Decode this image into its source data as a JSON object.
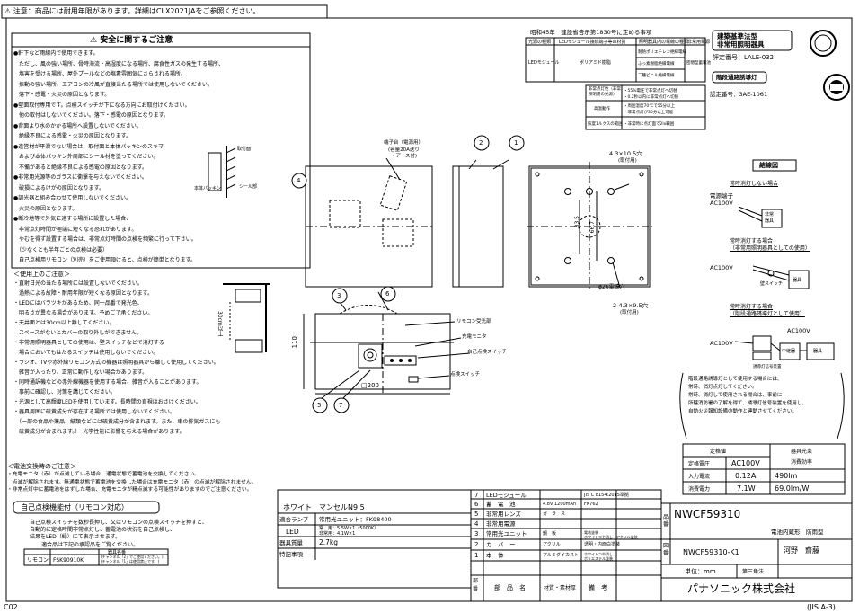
{
  "top_notice": "⚠ 注意：商品には耐用年限があります。詳細はCLX2021JAをご参照ください。",
  "safety": {
    "title": "⚠ 安全に関するご注意",
    "lines": [
      "●軒下など雨線内で使用できます。",
      "　ただし、風の強い場所、骨時海流・高湿度になる場所、腐食性ガスの発生する場所、",
      "　塩害を受ける場所、屋外プールなどの塩素雰囲気にさらされる場所、",
      "　振動の強い場所、エアコンの冷風が直接当たる場所では使用しないでください。",
      "　落下・感電・火災の原因となります。",
      "●壁面取付専用です。点検スイッチが下になる方向にお取付けください。",
      "　他の取付はしないでください。落下・感電の原因となります。",
      "●背面より水のかかる場所へ設置しないでください。",
      "　絶縁不良による感電・火災の原因となります。",
      "●造営材が平滑でない場合は、取付面と本体パッキンのスキマ",
      "　および本体パッキン外周部にシール材を塗ってください。",
      "　不備があると絶縁不良による感電の原因となります。",
      "●非常用光源等のガラスに衝撃を与えないでください。",
      "　破損によるけがの原因となります。",
      "●調光器と組み合わせて使用しないでください。",
      "　火災の原因となります。",
      "●断冷地等で外気に達する場所に設置した場合、",
      "　非常点灯時間が極端に短くなる恐れがあります。",
      "　やむを得ず設置する場合は、非常点灯時間の点検を頻繁に行って下さい。",
      "　（少なくとも半年ごとの点検は必要）",
      "　自己点検用リモコン（別売）をご使用頂けると、点検が簡単となります。"
    ],
    "label_torituke": "取付面",
    "label_packing": "本体パッキン",
    "label_seal": "シール部"
  },
  "usage": {
    "title": "＜使用上のご注意＞",
    "lines": [
      "・直射日光の当たる場所には設置しないでください。",
      "　過熱による故障・耐用年限が短くなる原因となります。",
      "・LEDにはバラツキがあるため、同一品番で発光色、",
      "　明るさが異なる場合があります。予めご了承ください。",
      "・天井面とは30cm以上離してください。",
      "　スペースがないとカバーの取り外しができません。",
      "・非常用照明器具としての使用は、壁スイッチなどで消灯する",
      "　場合においてもはたるスイッチは使用しないでください。",
      "・ラジオ、TVや赤外線リモコン方式の機器は照明器具から離して使用してください。",
      "　雑音が入ったり、正常に動作しない場合があります。",
      "・同時通訳機などの赤外線機器を使用する場合、雑音が入ることがあります。",
      "　事前に確認し、対策を講じてください。",
      "・光源として高輝度LEDを使用しています。長時間の直視はおさけください。",
      "・器具周囲に硫黄成分が存在する場所では使用しないでください。",
      "　（一部の食品や薬品、紙類などには硫黄成分が含まれます。また、車の排気ガスにも",
      "　硫黄成分が含まれます。）　光学性能に影響を与える場合があります。"
    ],
    "dim_30": "30cm以上"
  },
  "battery": {
    "title": "＜電池交換時のご注意＞",
    "lines": [
      "・充電モニタ（赤）が点滅している場合、通電状態で蓄電池を交換してください。",
      "　点滅が解除されます。無通電状態で蓄電池を交換した場合は充電モニタ（赤）の点滅が解除されません。",
      "・非常点灯中に蓄電池をはずした場合、充電モニタが精点滅する可能性がありますのでご注意ください。"
    ]
  },
  "self_check": {
    "title": "自己点検機能付（リモコン対応）",
    "lines": [
      "自己点検スイッチを数秒長押し、又はリモコンの点検スイッチを押すと、",
      "自動的に定格時間非常点灯し、蓄電池の状況を自己点検し、",
      "結果をLED（緑）にて表示させます。"
    ],
    "remote_title": "適合品は下記の承認品をご覧ください。",
    "remote_header": "器具名番",
    "remote_label": "リモコン",
    "remote_model": "FSK90910K",
    "remote_note": "(チャンネル「2」でご使用ください。)(チャンネル「1」は使用禁止です。)"
  },
  "law": {
    "title": "昭和45年　建設省告示第1830号に定める事項",
    "h1": "光源の種類",
    "h2": "LEDモジュール接続端子等の材質",
    "h3": "照明器具内の電線の種類",
    "h4": "非常用電源",
    "r1": "LEDモジュール",
    "r2": "ポリアミド樹脂",
    "r3a": "耐熱ポリエチレン絶縁電線",
    "r3b": "ふっ素樹脂絶縁電線",
    "r3c": "二種ビニル絶縁電線",
    "r4": "密閉型蓄電池",
    "k1": "非常点灯性（非常照明用の光源）",
    "v1a": "・55%電圧で非常点灯へ切替",
    "v1b": "・0.2秒以内に非常点灯へ切替",
    "k2": "高温動作",
    "v2a": "・周囲温度70℃で55分以上",
    "v2b": "　非常点灯が30分以上可能",
    "k3": "照度1ルクスの範囲",
    "v3": "・非常時に点灯面で2lx範囲"
  },
  "badges": {
    "standard": "建築基準法型\n非常用照明器具",
    "standard_num": "評定番号：LALE-032",
    "exit": "階段通路誘導灯",
    "exit_num": "認定番号：3AE-1061"
  },
  "wiring": {
    "title": "結線図",
    "c1": "常時消灯しない場合",
    "c1_src": "電源端子\nAC100V",
    "c1_dev": "非常\n器具",
    "c2": "常時消灯する場合",
    "c2b": "（非常用照明器具としての使用）",
    "c2_src": "AC100V",
    "c2_sw": "壁スイッチ",
    "c2_dev": "器具",
    "c3": "常時消灯する場合",
    "c3b": "（階段通路誘導灯として使用）",
    "c3_src": "AC100V",
    "c3_ac": "AC100V",
    "c3_relay": "中継器",
    "c3_dev": "器具",
    "c3_panel": "誘導灯信号装置",
    "note": [
      "階段通路誘導灯として使用する場合には、",
      "常時、消灯点灯してください。",
      "常時、消灯して使用される場合は、事前に",
      "所轄消防署の了解を得て、誘導灯信号装置を使用し、",
      "自動火災報知設備の動作と連動させてください。"
    ]
  },
  "drawing": {
    "callouts": [
      "1",
      "2",
      "3",
      "4",
      "5",
      "6",
      "7"
    ],
    "terminal": "端子台（電源用）",
    "terminal2": "(容量20A送り",
    "terminal3": "・アース付)",
    "hole1": "4.3×10.5穴",
    "hole1b": "(取付用)",
    "hole2": "2-4.3×9.5穴",
    "hole2b": "(取付用)",
    "knock": "φ26電線穴",
    "d1": "83.5",
    "d2": "66.7",
    "d_height": "110",
    "d_width": "□200",
    "remote_rx": "リモコン受光部",
    "charge_mon": "充電モニタ",
    "self_sw": "自己点検スイッチ",
    "check_sw": "点検スイッチ"
  },
  "rating": {
    "title1": "定格値",
    "title2": "器具光束\n消費効率",
    "v_label": "定格電圧",
    "v": "AC100V",
    "i_label": "入力電流",
    "i": "0.12A",
    "p_label": "消費電力",
    "p": "7.1W",
    "lm": "490lm",
    "eff": "69.0lm/W"
  },
  "spec": {
    "color": "ホワイト　マンセルN9.5",
    "lamp_label": "適合ランプ",
    "lamp": "常用光ユニット：FK98400",
    "led_label": "LED",
    "led1": "常　用：5.5W×1（5000K）",
    "led2": "非常用：4.1W×1",
    "weight_label": "器具質量",
    "weight": "2.7kg",
    "special_label": "特記事項"
  },
  "parts": {
    "rows": [
      {
        "n": "7",
        "name": "LEDモジュール",
        "mat": "",
        "std": "JIS C 8154:2015準拠",
        "note": ""
      },
      {
        "n": "6",
        "name": "蓄　電　池",
        "mat": "4.8V 1200mAh",
        "std": "FK762",
        "note": ""
      },
      {
        "n": "5",
        "name": "非常用レンズ",
        "mat": "ガ　ラ　ス",
        "std": "",
        "note": ""
      },
      {
        "n": "4",
        "name": "非常用電源",
        "mat": "",
        "std": "",
        "note": ""
      },
      {
        "n": "3",
        "name": "常用光ユニット",
        "mat": "鋼　板",
        "std": "電着塗装\nホワイトつや消し・アクリル塗装",
        "note": ""
      },
      {
        "n": "2",
        "name": "カ　バ　ー",
        "mat": "アクリル",
        "std": "透明・内面白塗装",
        "note": ""
      },
      {
        "n": "1",
        "name": "本　体",
        "mat": "アルミダイカスト",
        "std": "ホワイトつや消し\nポリエステル塗装",
        "note": ""
      }
    ],
    "hdr_no": "部\n番",
    "hdr_name": "部　品　名",
    "hdr_mat": "材質・素材厚",
    "hdr_note": "備　考"
  },
  "title_block": {
    "hinban_label": "品番",
    "model": "NWCF59310",
    "category": "電池内蔵形　防雨型",
    "zuban_label": "図番",
    "drawing_no": "NWCF59310-K1",
    "signer": "河野　齋藤",
    "unit": "単位：mm",
    "angle": "第三角法",
    "company": "パナソニック株式会社"
  },
  "corner_left": "C02",
  "corner_right": "(JIS A-3)"
}
